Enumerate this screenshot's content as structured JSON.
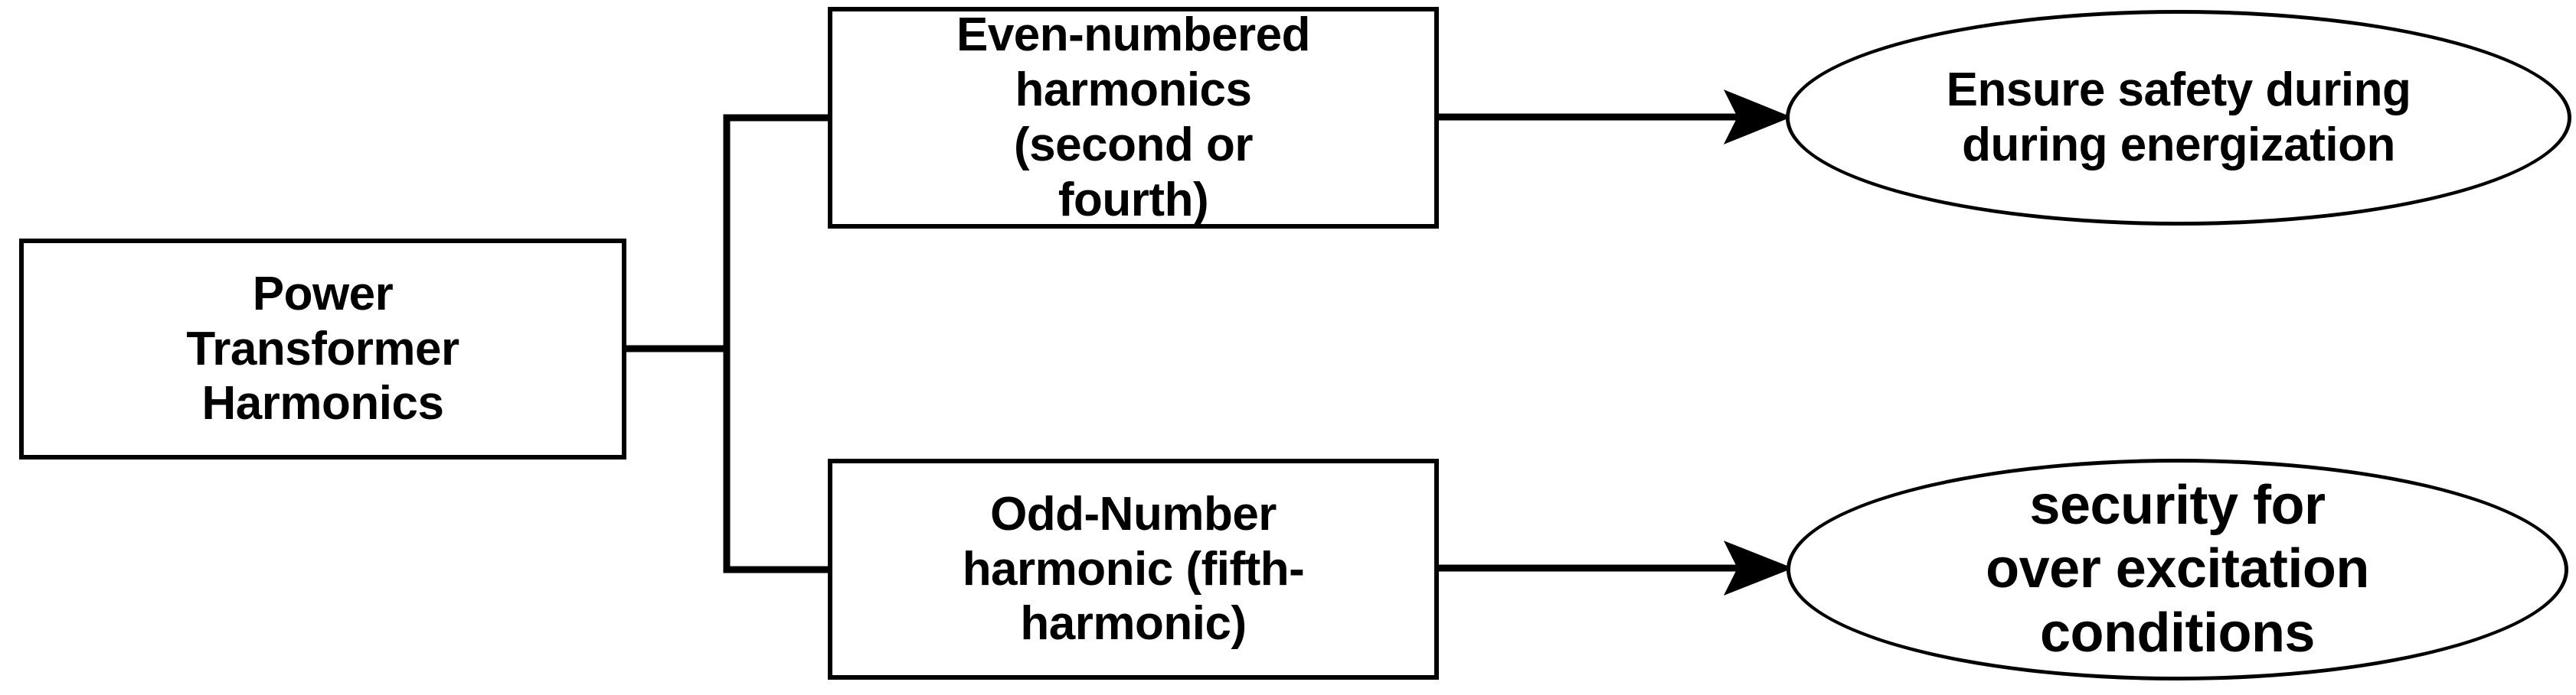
{
  "diagram": {
    "type": "flowchart",
    "title": "Power Transformer Harmonics classification",
    "background_color": "#ffffff",
    "stroke_color": "#000000",
    "text_color": "#000000",
    "nodes": [
      {
        "id": "root",
        "shape": "rectangle",
        "label": "Power Transformer Harmonics",
        "lines": [
          "Power",
          "Transformer",
          "Harmonics"
        ]
      },
      {
        "id": "even",
        "shape": "rectangle",
        "label": "Even-numbered harmonics (second or fourth)",
        "lines": [
          "Even-numbered",
          "harmonics",
          "(second or",
          "fourth)"
        ]
      },
      {
        "id": "odd",
        "shape": "rectangle",
        "label": "Odd-Number harmonic (fifth-harmonic)",
        "lines": [
          "Odd-Number",
          "harmonic (fifth-",
          "harmonic)"
        ]
      },
      {
        "id": "ensure",
        "shape": "ellipse",
        "label": "Ensure safety during during energization",
        "lines": [
          "Ensure safety during",
          "during energization"
        ]
      },
      {
        "id": "security",
        "shape": "ellipse",
        "label": "security for over excitation conditions",
        "lines": [
          "security for",
          "over excitation",
          "conditions"
        ]
      }
    ],
    "edges": [
      {
        "id": "root-to-even",
        "from": "root",
        "to": "even",
        "style": "elbow-bracket",
        "arrowhead": false
      },
      {
        "id": "root-to-odd",
        "from": "root",
        "to": "odd",
        "style": "elbow-bracket",
        "arrowhead": false
      },
      {
        "id": "even-to-ensure",
        "from": "even",
        "to": "ensure",
        "style": "straight",
        "arrowhead": true
      },
      {
        "id": "odd-to-security",
        "from": "odd",
        "to": "security",
        "style": "straight",
        "arrowhead": true
      }
    ]
  }
}
